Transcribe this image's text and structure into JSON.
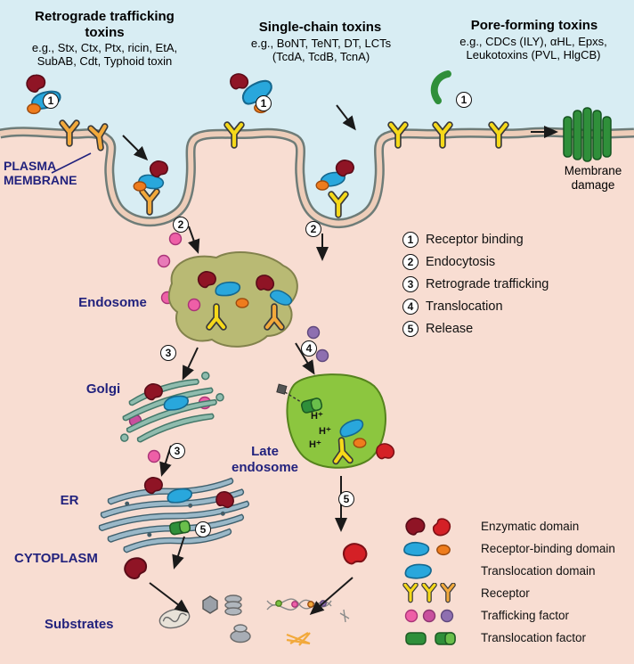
{
  "columns": [
    {
      "title": "Retrograde trafficking toxins",
      "examples": "e.g., Stx, Ctx, Ptx, ricin, EtA, SubAB, Cdt, Typhoid toxin"
    },
    {
      "title": "Single-chain toxins",
      "examples": "e.g., BoNT, TeNT, DT, LCTs (TcdA, TcdB, TcnA)"
    },
    {
      "title": "Pore-forming toxins",
      "examples": "e.g., CDCs (ILY), αHL, Epxs, Leukotoxins (PVL, HlgCB)"
    }
  ],
  "labels": {
    "plasma_membrane": "PLASMA MEMBRANE",
    "membrane_damage": "Membrane damage",
    "endosome": "Endosome",
    "golgi": "Golgi",
    "late_endosome": "Late endosome",
    "er": "ER",
    "cytoplasm": "CYTOPLASM",
    "substrates": "Substrates",
    "h_plus": "H⁺"
  },
  "steps": [
    {
      "num": "1",
      "label": "Receptor binding"
    },
    {
      "num": "2",
      "label": "Endocytosis"
    },
    {
      "num": "3",
      "label": "Retrograde trafficking"
    },
    {
      "num": "4",
      "label": "Translocation"
    },
    {
      "num": "5",
      "label": "Release"
    }
  ],
  "legend": [
    {
      "label": "Enzymatic domain"
    },
    {
      "label": "Receptor-binding domain"
    },
    {
      "label": "Translocation domain"
    },
    {
      "label": "Receptor"
    },
    {
      "label": "Trafficking factor"
    },
    {
      "label": "Translocation factor"
    }
  ],
  "colors": {
    "extracellular_bg": "#d8edf3",
    "cytoplasm_bg": "#f8ddd2",
    "membrane_outline": "#6e7c78",
    "membrane_fill": "#eecdb9",
    "label_navy": "#22227d",
    "enzymatic_dark": "#8f1425",
    "enzymatic_bright": "#d42026",
    "domain_blue": "#29a7dc",
    "domain_orange": "#ee7c1d",
    "receptor_yellow": "#f6d919",
    "receptor_orange": "#f2a93b",
    "trafficking_pink": "#ee5fa7",
    "trafficking_magenta": "#c94f9e",
    "trafficking_purple": "#8e6fb0",
    "translocation_green": "#2f8f3a",
    "endosome_fill": "#b9ba74",
    "late_endosome_fill": "#8cc63f",
    "golgi_fill": "#8fbcae",
    "er_fill": "#9ab8c8",
    "pore_green": "#2f8f3a"
  }
}
